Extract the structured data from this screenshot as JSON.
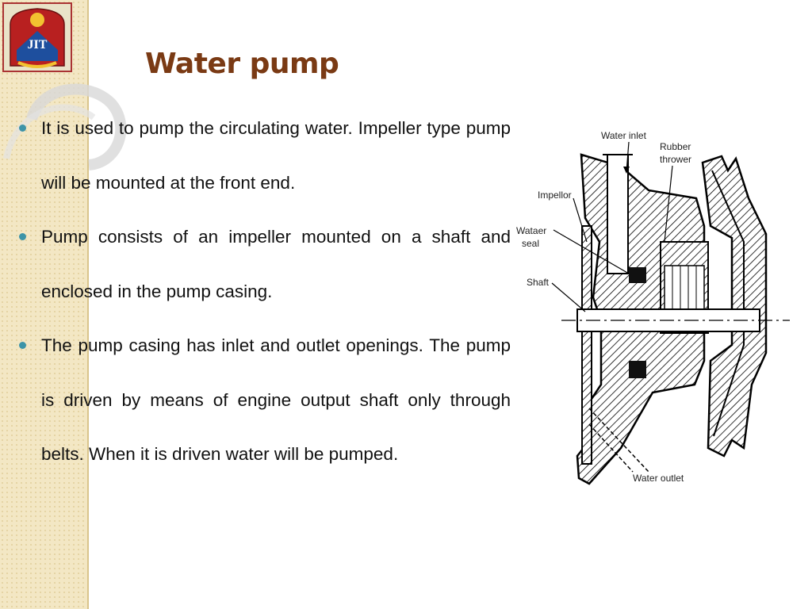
{
  "slide": {
    "title": "Water pump",
    "bullets": [
      "It is used to pump the circulating water. Impeller type pump will be mounted at the front end.",
      "Pump consists of an impeller mounted on a shaft and enclosed in the pump casing.",
      "The pump casing has inlet and outlet openings. The pump is driven by means of engine output shaft only through belts. When it is driven water will be pumped."
    ]
  },
  "logo": {
    "text": "JIT"
  },
  "diagram": {
    "labels": {
      "water_inlet": "Water inlet",
      "rubber": "Rubber",
      "thrower": "thrower",
      "impellor": "Impellor",
      "wataer": "Wataer",
      "seal": "seal",
      "shaft": "Shaft",
      "water_outlet": "Water outlet"
    }
  },
  "colors": {
    "title": "#7a3a14",
    "bullet": "#3d94a8",
    "strip": "#f3e7c4"
  }
}
